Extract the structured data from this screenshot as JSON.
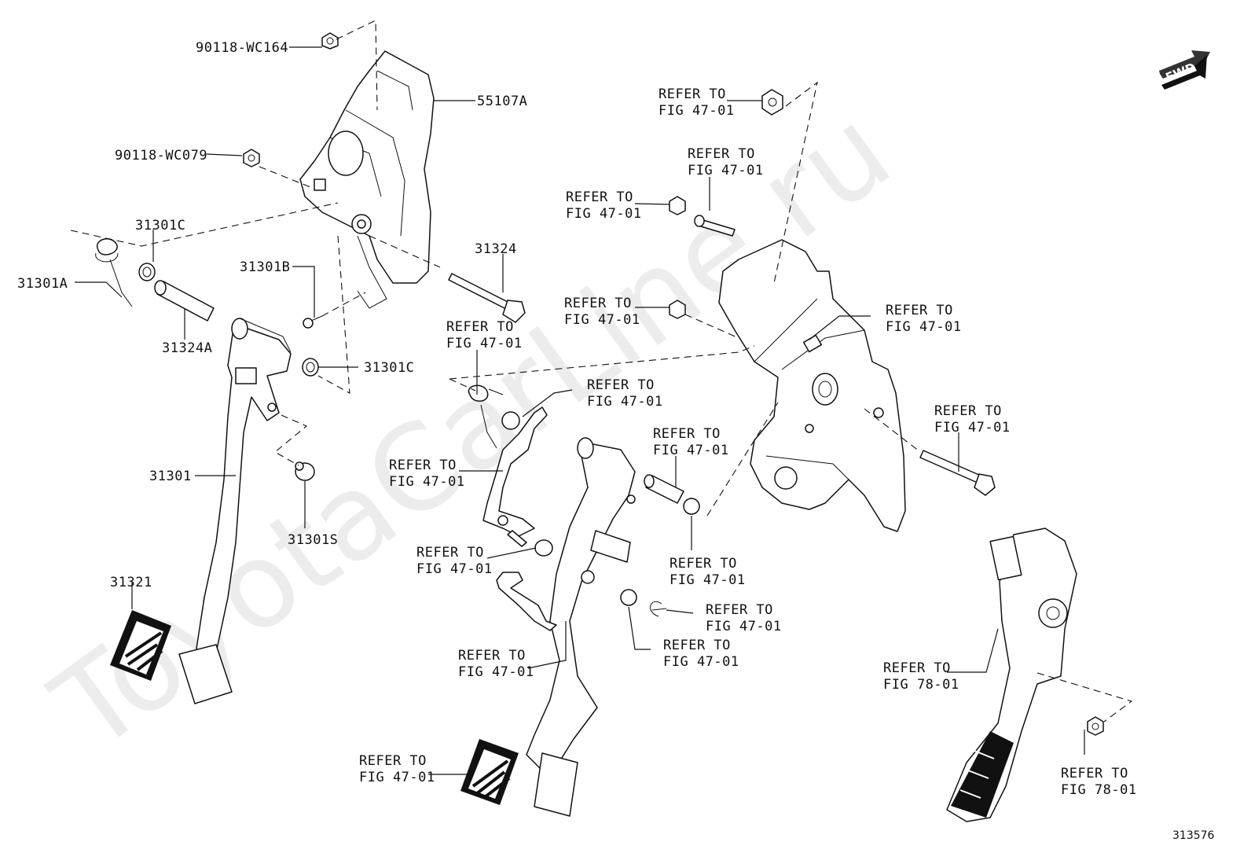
{
  "watermark": "ToyotaCarLine.ru",
  "figure_number": "313576",
  "fwd_label": "FWD",
  "callouts": {
    "c90118_wc164": "90118-WC164",
    "c55107a": "55107A",
    "c90118_wc079": "90118-WC079",
    "c31301c_top": "31301C",
    "c31301a": "31301A",
    "c31324": "31324",
    "c31301b": "31301B",
    "c31324a": "31324A",
    "c31301c_mid": "31301C",
    "c31301": "31301",
    "c31301s": "31301S",
    "c31321": "31321"
  },
  "refer": {
    "r1": [
      "REFER TO",
      "FIG 47-01"
    ],
    "r2": [
      "REFER TO",
      "FIG 47-01"
    ],
    "r3": [
      "REFER TO",
      "FIG 47-01"
    ],
    "r4": [
      "REFER TO",
      "FIG 47-01"
    ],
    "r5": [
      "REFER TO",
      "FIG 47-01"
    ],
    "r6": [
      "REFER TO",
      "FIG 47-01"
    ],
    "r7": [
      "REFER TO",
      "FIG 47-01"
    ],
    "r8": [
      "REFER TO",
      "FIG 47-01"
    ],
    "r9": [
      "REFER TO",
      "FIG 47-01"
    ],
    "r10": [
      "REFER TO",
      "FIG 47-01"
    ],
    "r11": [
      "REFER TO",
      "FIG 47-01"
    ],
    "r12": [
      "REFER TO",
      "FIG 47-01"
    ],
    "r13": [
      "REFER TO",
      "FIG 47-01"
    ],
    "r14": [
      "REFER TO",
      "FIG 47-01"
    ],
    "r15": [
      "REFER TO",
      "FIG 47-01"
    ],
    "r16": [
      "REFER TO",
      "FIG 78-01"
    ],
    "r17": [
      "REFER TO",
      "FIG 78-01"
    ]
  }
}
